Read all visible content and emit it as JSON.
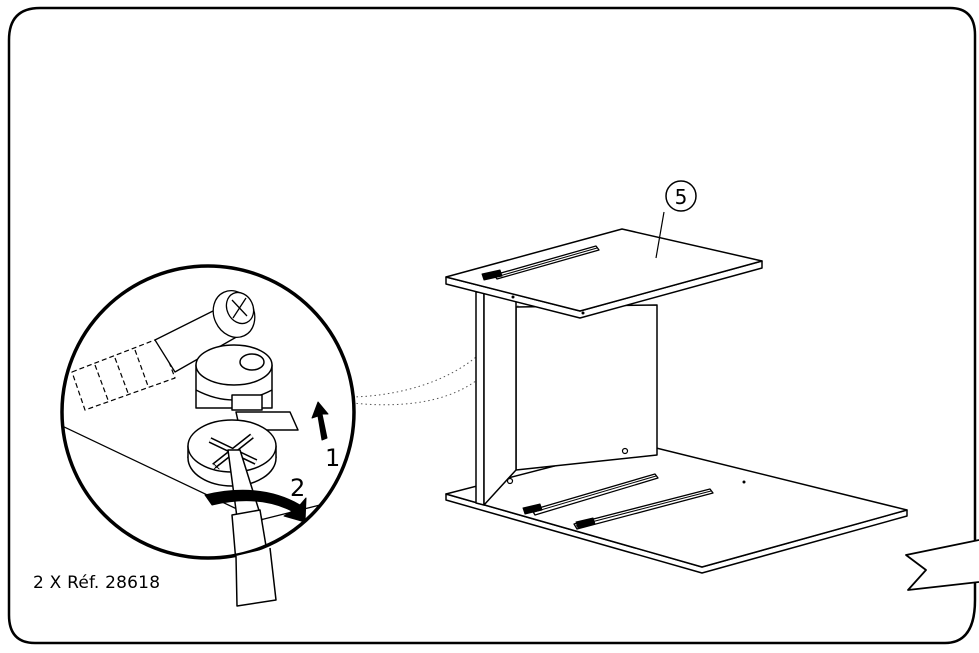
{
  "part": {
    "number": "5"
  },
  "steps": {
    "step1": "1",
    "step2": "2"
  },
  "caption": {
    "text": "2 X Réf. 28618"
  }
}
